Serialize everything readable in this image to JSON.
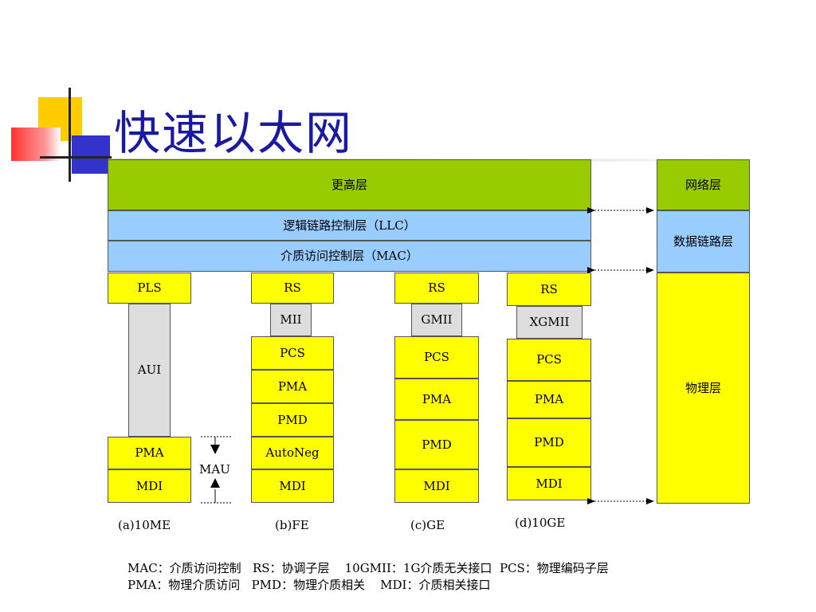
{
  "title": "快速以太网",
  "layers": {
    "upper": "更高层",
    "llc": "逻辑链路控制层（LLC）",
    "mac": "介质访问控制层（MAC）"
  },
  "osi": {
    "network": "网络层",
    "datalink": "数据链路层",
    "physical": "物理层"
  },
  "stacks": {
    "me10": {
      "rs": "PLS",
      "iface": "AUI",
      "pma": "PMA",
      "mdi": "MDI",
      "caption": "(a)10ME",
      "mau": "MAU"
    },
    "fe": {
      "rs": "RS",
      "iface": "MII",
      "pcs": "PCS",
      "pma": "PMA",
      "pmd": "PMD",
      "autoneg": "AutoNeg",
      "mdi": "MDI",
      "caption": "(b)FE"
    },
    "ge": {
      "rs": "RS",
      "iface": "GMII",
      "pcs": "PCS",
      "pma": "PMA",
      "pmd": "PMD",
      "mdi": "MDI",
      "caption": "(c)GE"
    },
    "ge10": {
      "rs": "RS",
      "iface": "XGMII",
      "pcs": "PCS",
      "pma": "PMA",
      "pmd": "PMD",
      "mdi": "MDI",
      "caption": "(d)10GE"
    }
  },
  "legend": {
    "line1": "MAC：介质访问控制   RS：协调子层    10GMII：1G介质无关接口  PCS：物理编码子层",
    "line2": "PMA：物理介质访问   PMD：物理介质相关    MDI：介质相关接口"
  },
  "colors": {
    "green": "#99cc00",
    "blue": "#99ccff",
    "yellow": "#ffff00",
    "gray": "#dddddd",
    "title": "#1a1aa0"
  }
}
